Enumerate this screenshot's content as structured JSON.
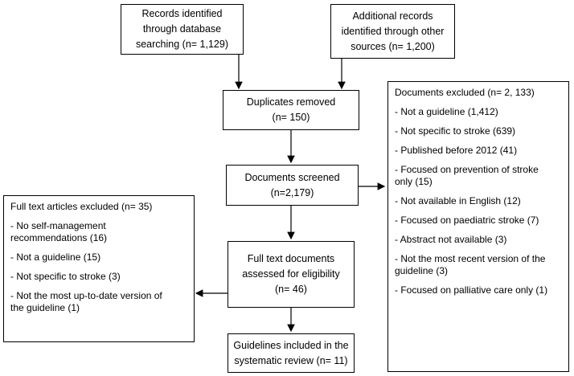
{
  "boxes": {
    "database": "Records identified\nthrough database\nsearching (n= 1,129)",
    "other_sources": "Additional records\nidentified through other\nsources (n= 1,200)",
    "duplicates": "Duplicates removed\n(n= 150)",
    "screened": "Documents screened\n(n=2,179)",
    "fulltext": "Full text documents\nassessed for eligibility\n(n= 46)",
    "included": "Guidelines included in the\nsystematic review (n= 11)"
  },
  "excluded_documents": {
    "title": "Documents excluded (n= 2, 133)",
    "items": [
      "- Not a guideline (1,412)",
      "- Not specific to stroke (639)",
      "- Published before 2012 (41)",
      "- Focused on prevention of stroke\nonly (15)",
      "- Not available in English (12)",
      "- Focused on paediatric stroke (7)",
      "- Abstract not available (3)",
      "- Not the most recent version of the\nguideline (3)",
      "- Focused on palliative care only (1)"
    ]
  },
  "excluded_fulltext": {
    "title": "Full text articles excluded (n= 35)",
    "items": [
      "- No self-management\nrecommendations (16)",
      "- Not a guideline (15)",
      "- Not specific to stroke (3)",
      "- Not the most up-to-date version of\nthe guideline (1)"
    ]
  }
}
